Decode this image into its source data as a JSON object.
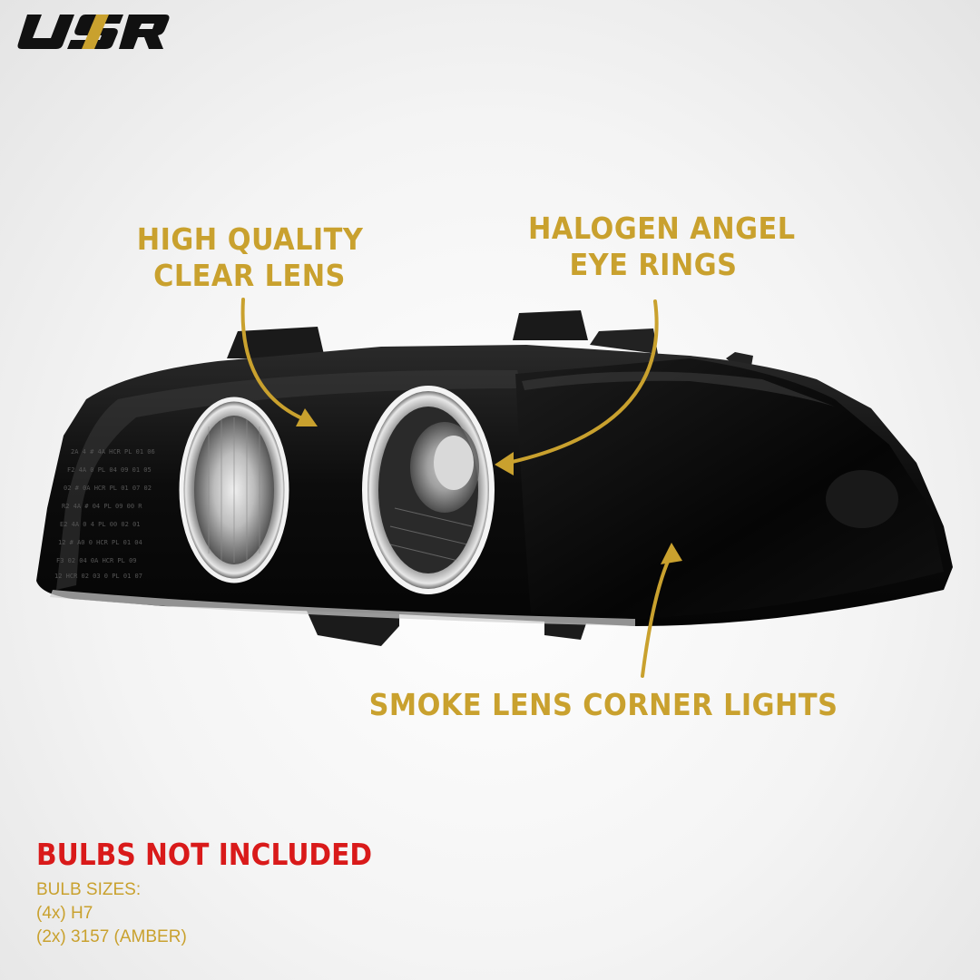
{
  "brand": {
    "logo_text": "USR"
  },
  "callouts": {
    "lens": {
      "line1": "HIGH QUALITY",
      "line2": "CLEAR LENS"
    },
    "rings": {
      "line1": "HALOGEN ANGEL",
      "line2": "EYE RINGS"
    },
    "corner": {
      "line1": "SMOKE LENS CORNER LIGHTS"
    }
  },
  "bulbs": {
    "title": "BULBS NOT INCLUDED",
    "label": "BULB SIZES:",
    "items": [
      "(4x) H7",
      "(2x) 3157 (AMBER)"
    ]
  },
  "colors": {
    "accent": "#c9a12e",
    "warning": "#d91a1a",
    "logo": "#111111",
    "logo_accent": "#c9a12e"
  }
}
